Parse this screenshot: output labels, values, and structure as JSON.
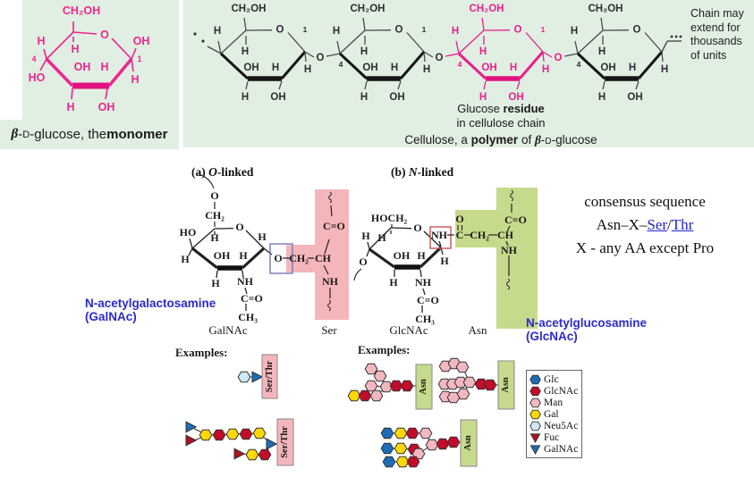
{
  "colors": {
    "panel_green": "#e1eee2",
    "magenta": "#ec2690",
    "ser_band": "#f4b6ba",
    "asn_band": "#c6da8c",
    "blue_label": "#2b2bcc",
    "link_blue": "#2222cc",
    "glc": "#1b6db6",
    "glcnac": "#c30b2a",
    "man": "#f3b7c0",
    "gal": "#ffd802",
    "neu5ac": "#cfe8f4",
    "fuc": "#b01023",
    "galnac": "#1b6db6"
  },
  "atoms": {
    "H": "H",
    "OH": "OH",
    "HO": "HO",
    "O": "O",
    "C": "C",
    "CH": "CH",
    "NH": "NH",
    "CH2": "CH₂",
    "CH3": "CH₃",
    "CH2OH": "CH₂OH",
    "HOCH2": "HOCH₂",
    "CEO": "C=O",
    "n1": "1",
    "n4": "4"
  },
  "monomer": {
    "caption": {
      "beta": "β",
      "d1": "-",
      "d": "D",
      "d2": "-glucose, the ",
      "bold": "monomer"
    }
  },
  "cellulose": {
    "note": [
      "Chain may",
      "extend for",
      "thousands",
      "of units"
    ],
    "residue_caption": {
      "normal": "Glucose ",
      "bold": "residue",
      "line2": "in cellulose chain"
    },
    "caption": {
      "a": "Cellulose, a ",
      "b": "polymer",
      "c": " of ",
      "beta": "β",
      "d1": "-",
      "d": "D",
      "d2": "-glucose"
    }
  },
  "olinked": {
    "heading": {
      "a": "(a) ",
      "b": "O",
      "c": "-linked"
    },
    "sugar_label": "GalNAc",
    "residue_label": "Ser",
    "blue_label": {
      "line1": "N-acetylgalactosamine",
      "line2": "(GalNAc)"
    },
    "examples_label": "Examples:",
    "bar_label": "Ser/Thr"
  },
  "nlinked": {
    "heading": {
      "a": "(b) ",
      "b": "N",
      "c": "-linked"
    },
    "sugar_label": "GlcNAc",
    "residue_label": "Asn",
    "blue_label": {
      "line1": "N-acetylglucosamine",
      "line2": "(GlcNAc)"
    },
    "examples_label": "Examples:",
    "bar_label": "Asn"
  },
  "consensus": {
    "line1": "consensus sequence",
    "line2": {
      "pre": "Asn–X–",
      "ser": "Ser",
      "slash": "/",
      "thr": "Thr"
    },
    "line3": "X - any AA except Pro"
  },
  "legend": {
    "items": [
      {
        "label": "Glc"
      },
      {
        "label": "GlcNAc"
      },
      {
        "label": "Man"
      },
      {
        "label": "Gal"
      },
      {
        "label": "Neu5Ac"
      },
      {
        "label": "Fuc"
      },
      {
        "label": "GalNAc"
      }
    ]
  }
}
